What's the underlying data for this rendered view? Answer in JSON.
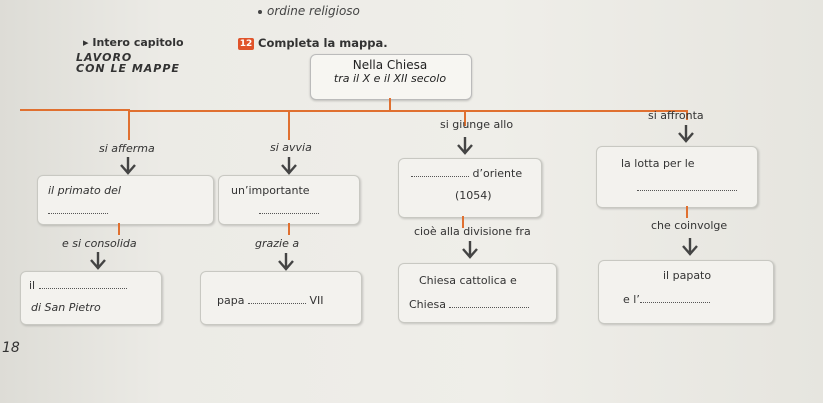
{
  "top": {
    "bullet_text": "ordine religioso"
  },
  "header": {
    "intero_capitolo": "Intero capitolo",
    "lavoro": "LAVORO",
    "con_le_mappe": "CON LE MAPPE"
  },
  "exercise": {
    "number": "12",
    "instruction": "Completa la mappa."
  },
  "map": {
    "root_line1": "Nella Chiesa",
    "root_line2": "tra il X e il XII secolo",
    "col1": {
      "link1": "si afferma",
      "box1_text": "il primato del",
      "link2": "e si consolida",
      "box2_prefix": "il",
      "box2_line2": "di San Pietro"
    },
    "col2": {
      "link1": "si avvia",
      "box1_text": "un’importante",
      "link2": "grazie a",
      "box2_prefix": "papa",
      "box2_suffix": "VII"
    },
    "col3": {
      "link1": "si giunge allo",
      "box1_line1": "d’oriente",
      "box1_line2": "(1054)",
      "link2": "cioè alla divisione fra",
      "box2_line1": "Chiesa cattolica e",
      "box2_prefix": "Chiesa"
    },
    "col4": {
      "link1": "si affronta",
      "box1_text": "la lotta per le",
      "link2": "che coinvolge",
      "box2_line1": "il papato",
      "box2_prefix": "e l’"
    }
  },
  "page": {
    "number": "18"
  }
}
